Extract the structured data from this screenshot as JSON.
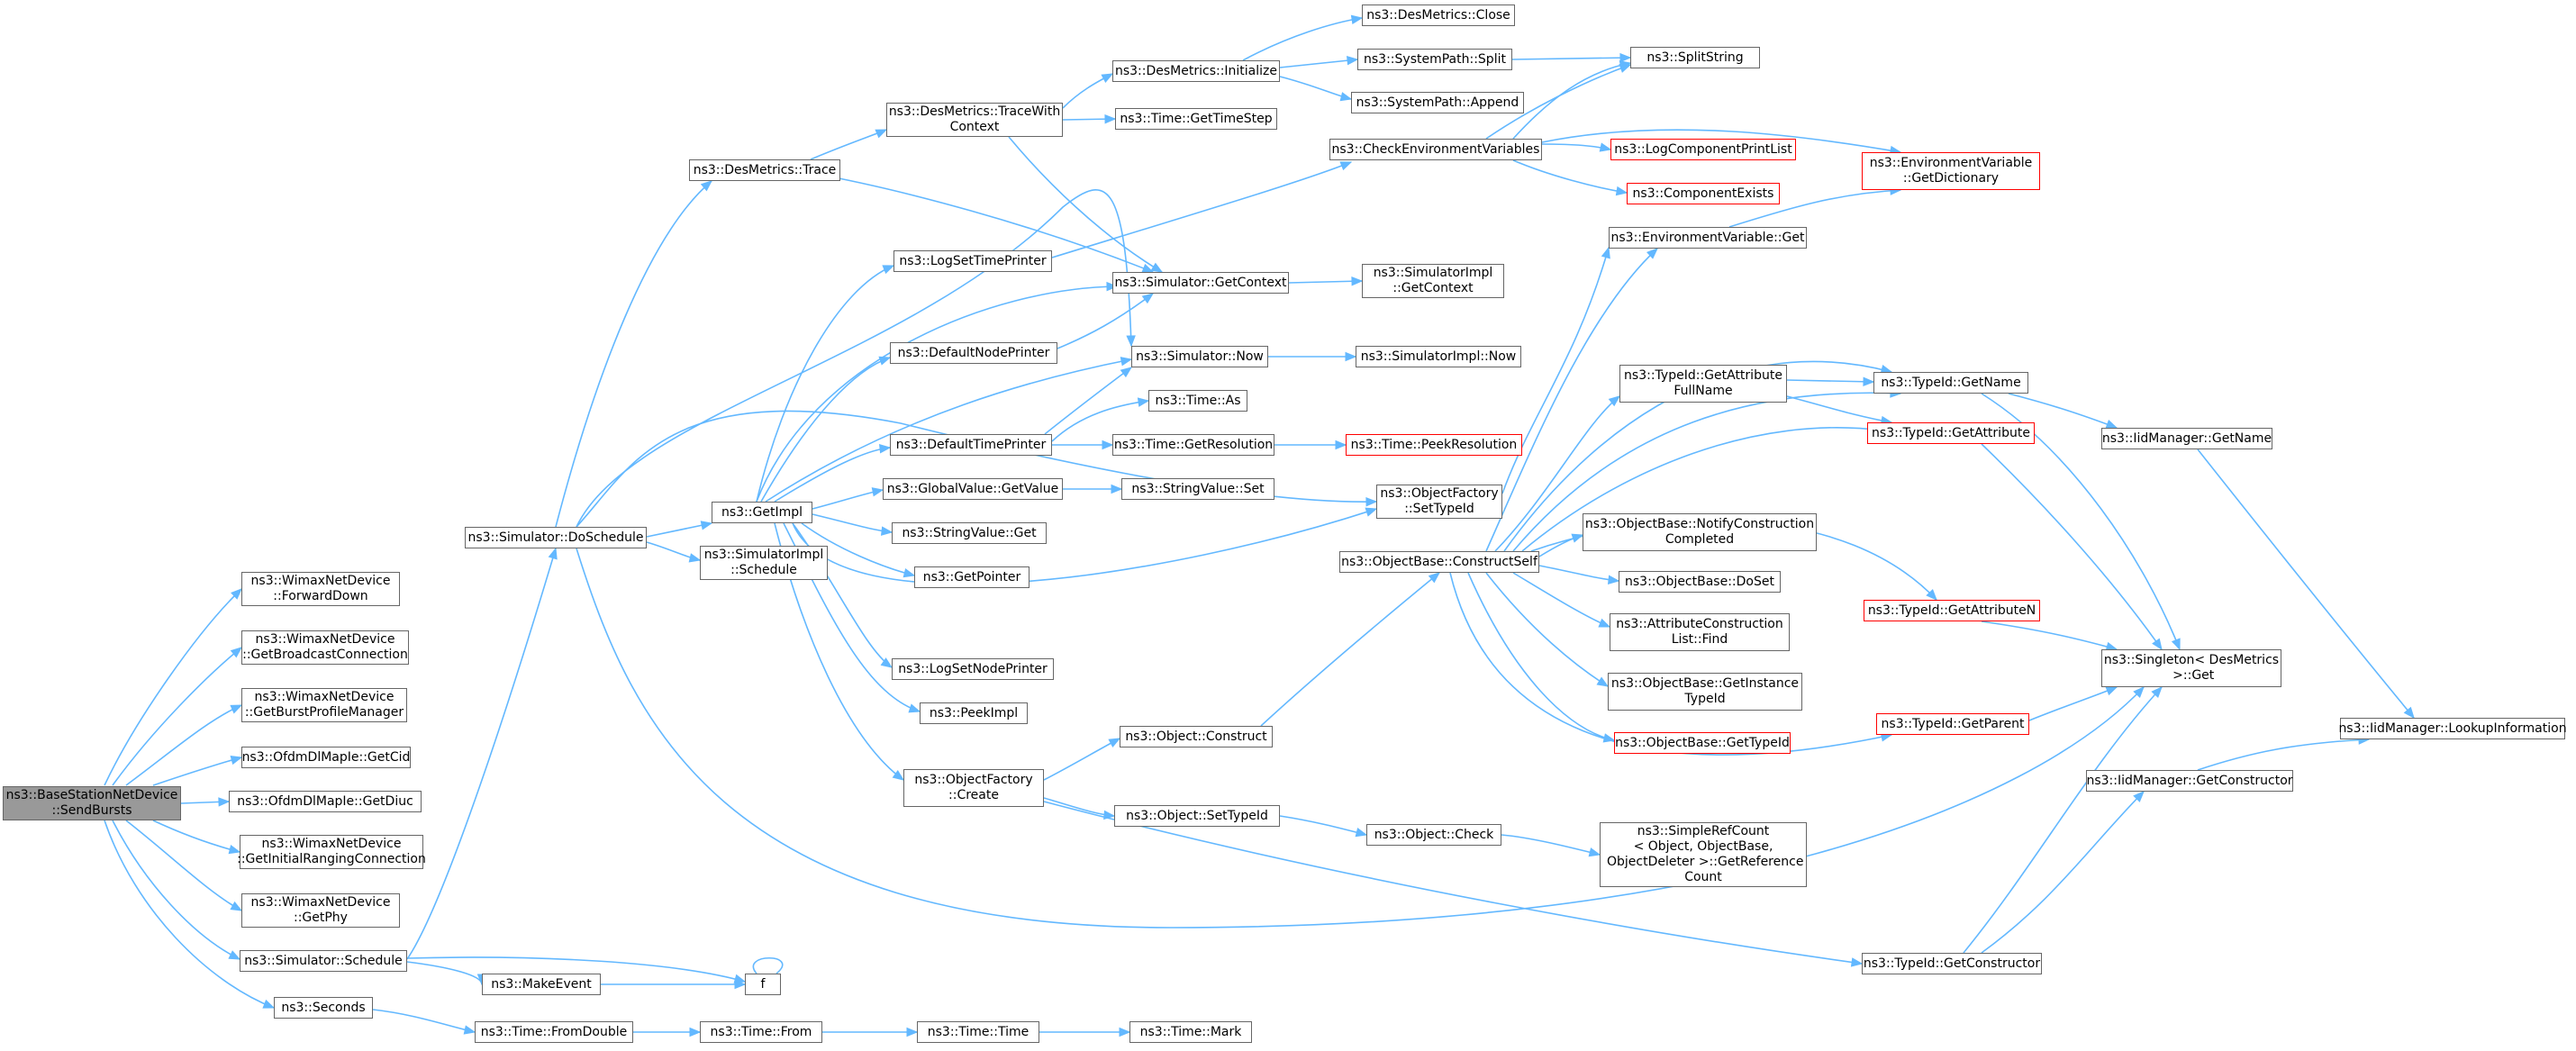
{
  "colors": {
    "edge": "#63b8ff",
    "node_border": "#666666",
    "node_border_truncated": "#ff0000",
    "root_fill": "#999999",
    "background": "#ffffff"
  },
  "nodes": {
    "root": "ns3::BaseStationNetDevice\n::SendBursts",
    "forwardDown": "ns3::WimaxNetDevice\n::ForwardDown",
    "getBroadcastConnection": "ns3::WimaxNetDevice\n::GetBroadcastConnection",
    "getBurstProfileManager": "ns3::WimaxNetDevice\n::GetBurstProfileManager",
    "ofdmGetCid": "ns3::OfdmDlMapIe::GetCid",
    "ofdmGetDiuc": "ns3::OfdmDlMapIe::GetDiuc",
    "getInitialRanging": "ns3::WimaxNetDevice\n::GetInitialRangingConnection",
    "getPhy": "ns3::WimaxNetDevice\n::GetPhy",
    "simSchedule": "ns3::Simulator::Schedule",
    "seconds": "ns3::Seconds",
    "doSchedule": "ns3::Simulator::DoSchedule",
    "makeEvent": "ns3::MakeEvent",
    "f": "f",
    "fromDouble": "ns3::Time::FromDouble",
    "timeFrom": "ns3::Time::From",
    "timeTime": "ns3::Time::Time",
    "timeMark": "ns3::Time::Mark",
    "desTrace": "ns3::DesMetrics::Trace",
    "getImpl": "ns3::GetImpl",
    "simImplSchedule": "ns3::SimulatorImpl\n::Schedule",
    "traceWithContext": "ns3::DesMetrics::TraceWith\nContext",
    "desInitialize": "ns3::DesMetrics::Initialize",
    "desClose": "ns3::DesMetrics::Close",
    "timeGetTimeStep": "ns3::Time::GetTimeStep",
    "sysSplit": "ns3::SystemPath::Split",
    "sysAppend": "ns3::SystemPath::Append",
    "splitString": "ns3::SplitString",
    "logSetTimePrinter": "ns3::LogSetTimePrinter",
    "simGetContext": "ns3::Simulator::GetContext",
    "simImplGetContext": "ns3::SimulatorImpl\n::GetContext",
    "defaultNodePrinter": "ns3::DefaultNodePrinter",
    "simNow": "ns3::Simulator::Now",
    "simImplNow": "ns3::SimulatorImpl::Now",
    "timeAs": "ns3::Time::As",
    "defaultTimePrinter": "ns3::DefaultTimePrinter",
    "timeGetResolution": "ns3::Time::GetResolution",
    "peekResolution": "ns3::Time::PeekResolution",
    "globalGetValue": "ns3::GlobalValue::GetValue",
    "stringValueSet": "ns3::StringValue::Set",
    "stringValueGet": "ns3::StringValue::Get",
    "getPointer": "ns3::GetPointer",
    "logSetNodePrinter": "ns3::LogSetNodePrinter",
    "peekImpl": "ns3::PeekImpl",
    "objFactoryCreate": "ns3::ObjectFactory\n::Create",
    "objConstruct": "ns3::Object::Construct",
    "objSetTypeId": "ns3::Object::SetTypeId",
    "objCheck": "ns3::Object::Check",
    "simpleRefCount": "ns3::SimpleRefCount\n< Object, ObjectBase,\n ObjectDeleter >::GetReference\nCount",
    "checkEnvVars": "ns3::CheckEnvironmentVariables",
    "logComponentPrintList": "ns3::LogComponentPrintList",
    "componentExists": "ns3::ComponentExists",
    "envVarGetDictionary": "ns3::EnvironmentVariable\n::GetDictionary",
    "envVarGet": "ns3::EnvironmentVariable::Get",
    "objFactorySetTypeId": "ns3::ObjectFactory\n::SetTypeId",
    "constructSelf": "ns3::ObjectBase::ConstructSelf",
    "getAttributeFullName": "ns3::TypeId::GetAttribute\nFullName",
    "typeIdGetName": "ns3::TypeId::GetName",
    "typeIdGetAttribute": "ns3::TypeId::GetAttribute",
    "iidGetName": "ns3::IidManager::GetName",
    "notifyConstructionCompleted": "ns3::ObjectBase::NotifyConstruction\nCompleted",
    "doSet": "ns3::ObjectBase::DoSet",
    "attrConstructionFind": "ns3::AttributeConstruction\nList::Find",
    "getInstanceTypeId": "ns3::ObjectBase::GetInstance\nTypeId",
    "getTypeId": "ns3::ObjectBase::GetTypeId",
    "getAttributeN": "ns3::TypeId::GetAttributeN",
    "singletonGet": "ns3::Singleton< DesMetrics\n >::Get",
    "getParent": "ns3::TypeId::GetParent",
    "lookupInformation": "ns3::IidManager::LookupInformation",
    "iidGetConstructor": "ns3::IidManager::GetConstructor",
    "typeIdGetConstructor": "ns3::TypeId::GetConstructor"
  }
}
